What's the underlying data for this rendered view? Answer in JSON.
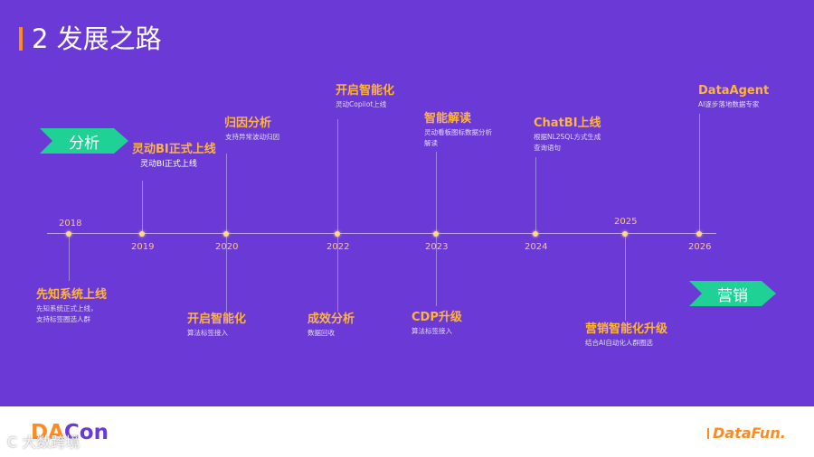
{
  "title": "2 发展之路",
  "tags": {
    "analysis": "分析",
    "marketing": "营销"
  },
  "colors": {
    "background": "#6b39d6",
    "accent_orange": "#ff8a1e",
    "event_title": "#ffb43a",
    "tag_green": "#1fd195"
  },
  "years": {
    "y2018": "2018",
    "y2019": "2019",
    "y2020": "2020",
    "y2022": "2022",
    "y2023": "2023",
    "y2024": "2024",
    "y2025": "2025",
    "y2026": "2026"
  },
  "events_top": [
    {
      "title": "灵动BI正式上线",
      "desc": "灵动BI正式上线"
    },
    {
      "title": "归因分析",
      "desc": "支持异常波动归因"
    },
    {
      "title": "开启智能化",
      "desc": "灵动Copilot上线"
    },
    {
      "title": "智能解读",
      "desc": "灵动看板图标数据分析",
      "desc2": "解读"
    },
    {
      "title": "ChatBI上线",
      "desc": "根据NL2SQL方式生成",
      "desc2": "查询语句"
    },
    {
      "title": "DataAgent",
      "desc": "AI逐步落地数据专家"
    }
  ],
  "events_bottom": [
    {
      "title": "先知系统上线",
      "desc": "先知系统正式上线，",
      "desc2": "支持标签圈选人群"
    },
    {
      "title": "开启智能化",
      "desc": "算法标签接入"
    },
    {
      "title": "成效分析",
      "desc": "数据回收"
    },
    {
      "title": "CDP升级",
      "desc": "算法标签接入"
    },
    {
      "title": "营销智能化升级",
      "desc": "结合AI自动化人群圈选"
    }
  ],
  "footer": {
    "logo_left_a": "DA",
    "logo_left_b": "Con",
    "watermark": "C  大数跨境",
    "logo_right": "DataFun."
  }
}
